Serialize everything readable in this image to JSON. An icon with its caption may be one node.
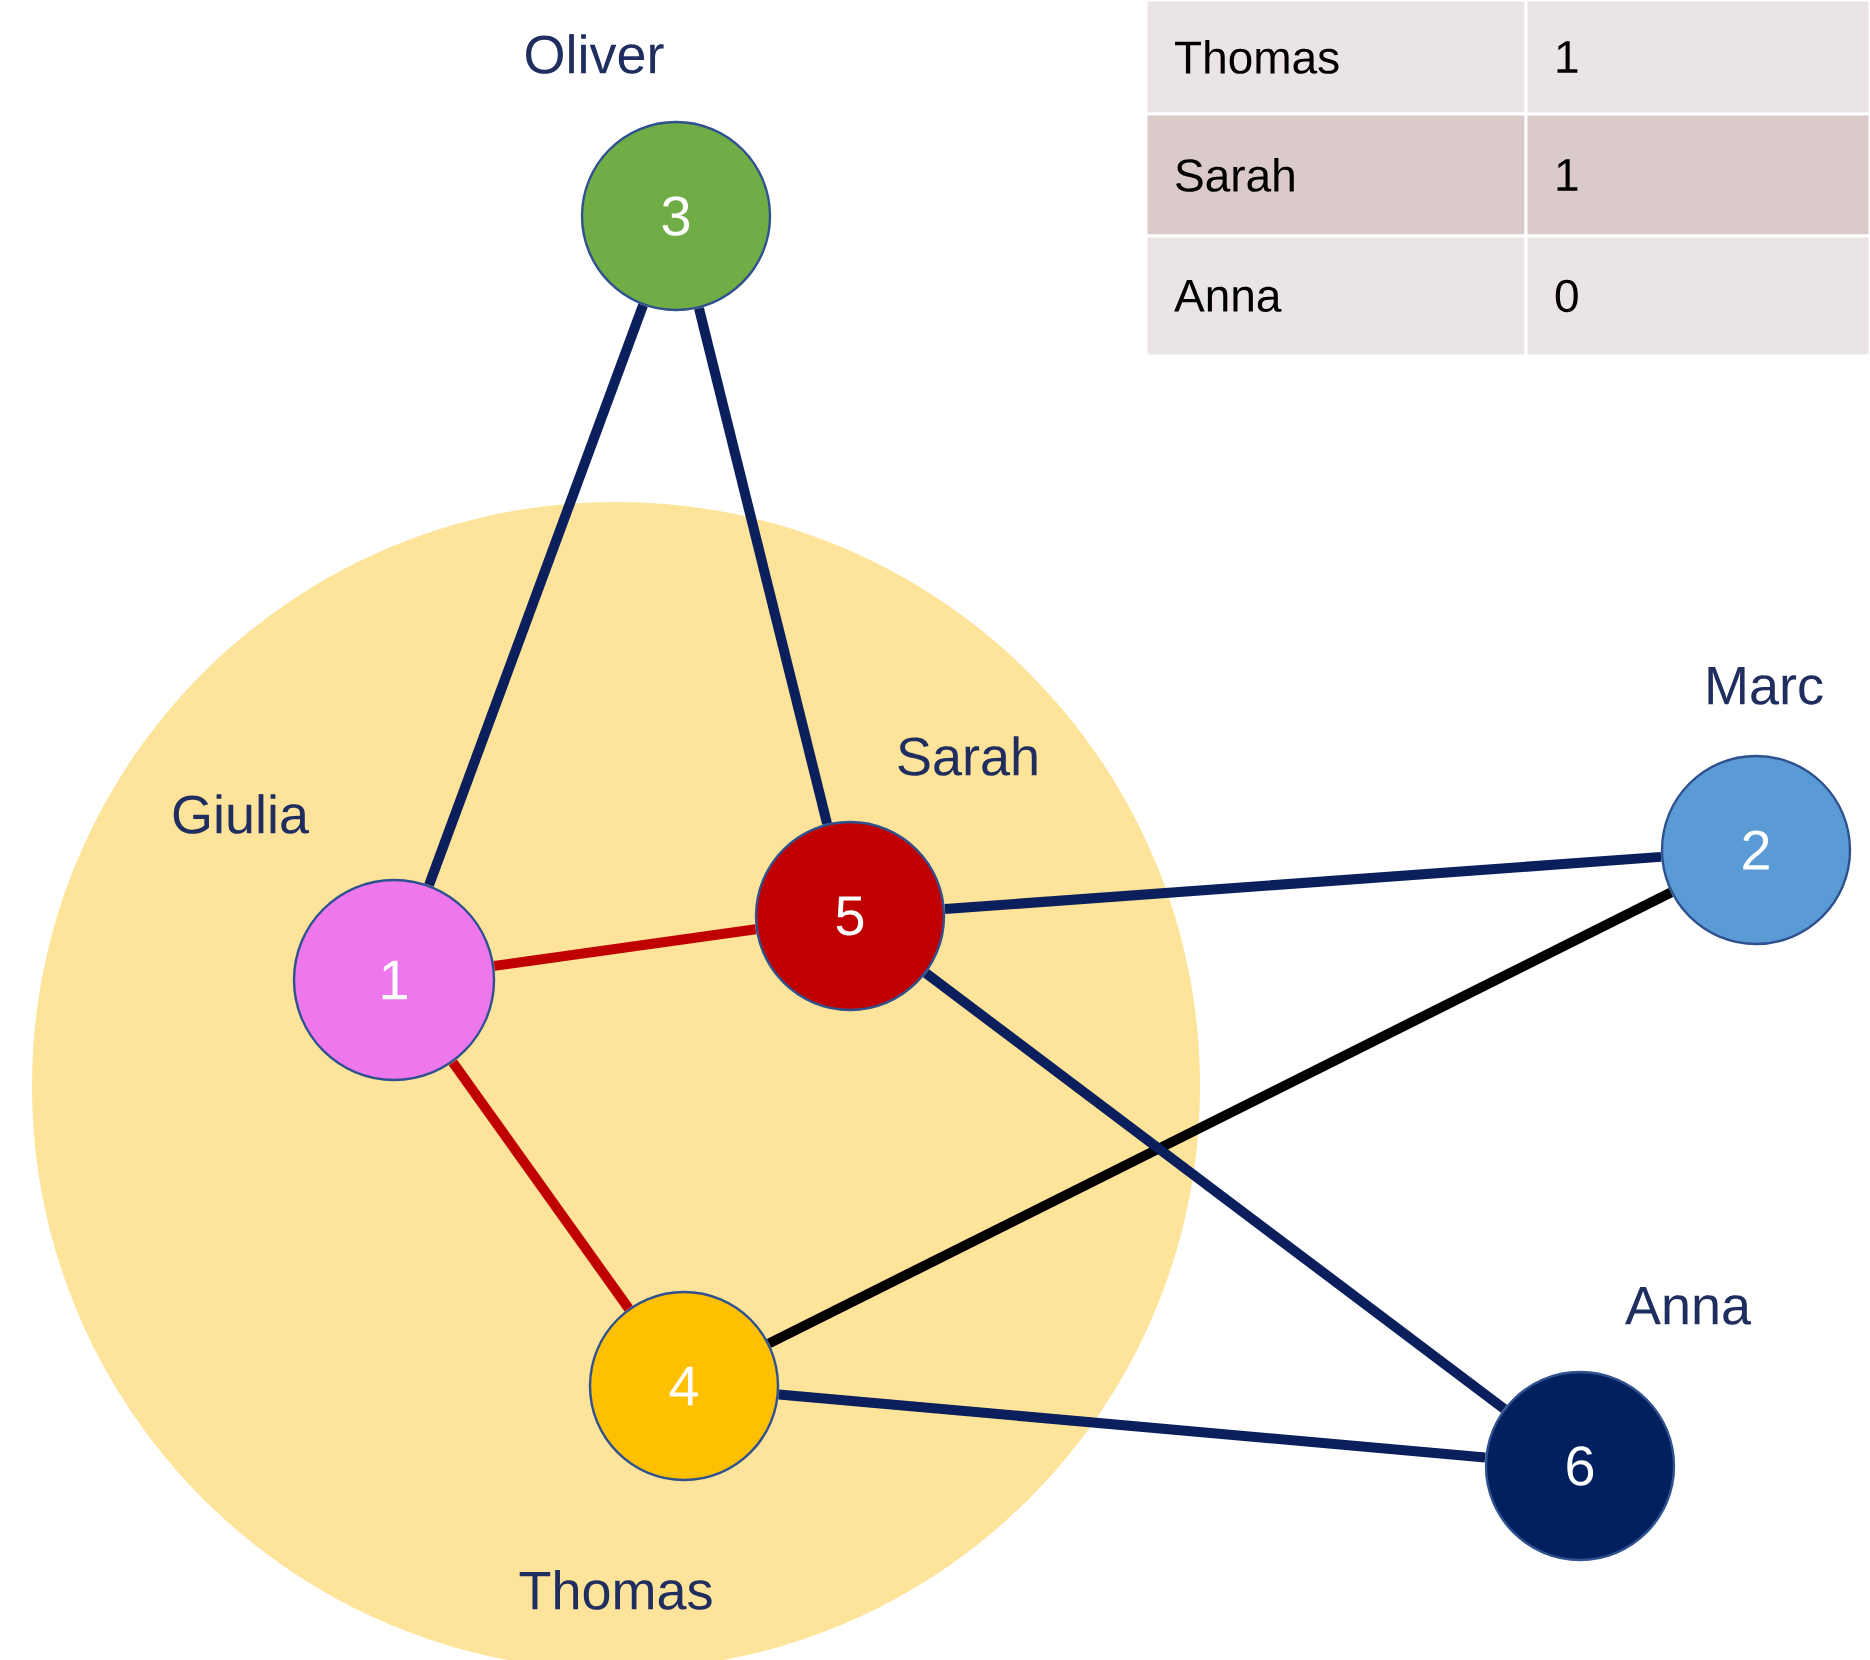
{
  "diagram": {
    "nodes": [
      {
        "text": [],
        "shape": "circle"
      },
      {
        "text": [
          "3"
        ],
        "beside": [
          "Oliver"
        ]
      },
      {
        "text": [
          "1"
        ],
        "beside": [
          "Giulia"
        ],
        "in": 0
      },
      {
        "text": [
          "5"
        ],
        "beside": [
          "Sarah"
        ],
        "in": 0
      },
      {
        "text": [
          "2"
        ],
        "beside": [
          "Marc"
        ]
      },
      {
        "text": [
          "4"
        ],
        "beside": [
          "Thomas"
        ],
        "in": 0
      },
      {
        "text": [
          "6"
        ],
        "beside": [
          "Anna"
        ]
      }
    ],
    "edges": [
      {
        "from": 1,
        "to": 2,
        "arrow": "none"
      },
      {
        "from": 1,
        "to": 3,
        "arrow": "none"
      },
      {
        "from": 2,
        "to": 3,
        "arrow": "none",
        "color": "#c00000"
      },
      {
        "from": 2,
        "to": 5,
        "arrow": "none",
        "color": "#c00000"
      },
      {
        "from": 3,
        "to": 4,
        "arrow": "none"
      },
      {
        "from": 5,
        "to": 4,
        "arrow": "none",
        "color": "#000000"
      },
      {
        "from": 3,
        "to": 6,
        "arrow": "none"
      },
      {
        "from": 5,
        "to": 6,
        "arrow": "none"
      }
    ],
    "labels": [
      "Thomas",
      "1",
      "Sarah",
      "1",
      "Anna",
      "0"
    ]
  }
}
